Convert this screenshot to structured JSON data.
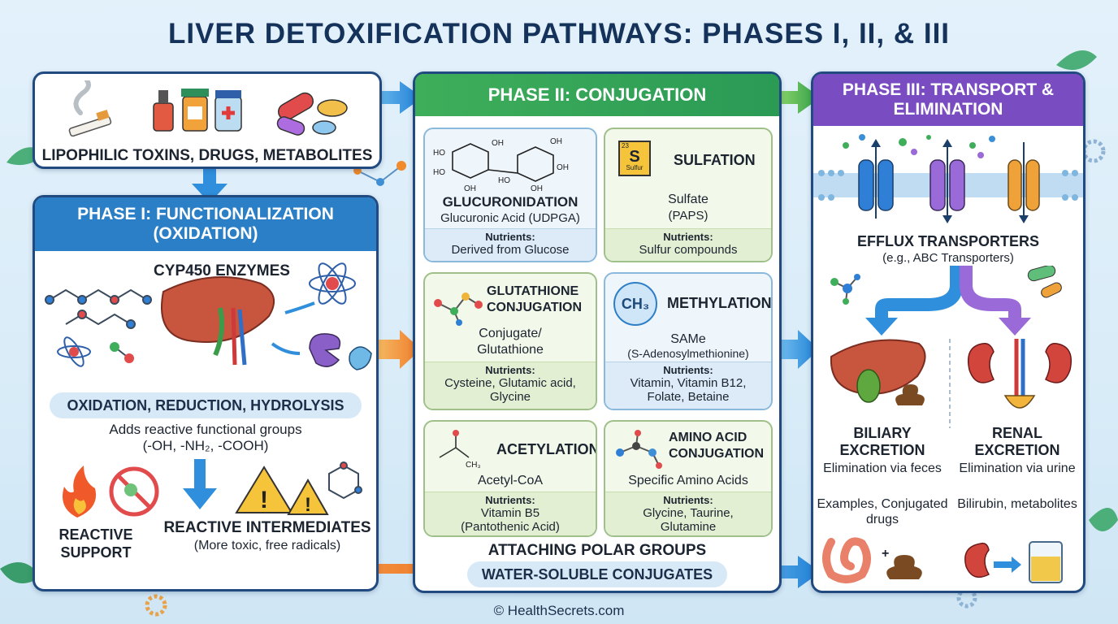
{
  "title": "LIVER DETOXIFICATION PATHWAYS: PHASES I, II, & III",
  "colors": {
    "phase1": "#2a7fc6",
    "phase2": "#2f9b45",
    "phase3": "#7a4cc2",
    "border": "#214b80",
    "arrow_blue": "#2f8fdc",
    "arrow_orange": "#f08a2a"
  },
  "toxins": {
    "label": "LIPOPHILIC TOXINS, DRUGS, METABOLITES",
    "icons": [
      "cigarette-icon",
      "dropper-bottle-icon",
      "medicine-bottle-icon",
      "pill-jar-icon",
      "capsule-icon",
      "tablet-icon"
    ]
  },
  "phase1": {
    "header": "PHASE I: FUNCTIONALIZATION (OXIDATION)",
    "enzymes": "CYP450 ENZYMES",
    "reactions": "OXIDATION, REDUCTION, HYDROLYSIS",
    "desc_line1": "Adds reactive functional groups",
    "desc_line2": "(-OH, -NH₂, -COOH)",
    "reactive_support": "REACTIVE SUPPORT",
    "intermediates": "REACTIVE INTERMEDIATES",
    "intermediates_note": "(More toxic, free radicals)"
  },
  "phase2": {
    "header": "PHASE II: CONJUGATION",
    "glucuronidation": {
      "title": "GLUCURONIDATION",
      "agent": "Glucuronic Acid (UDPGA)",
      "nutrients_label": "Nutrients:",
      "nutrients": "Derived from Glucose"
    },
    "sulfation": {
      "title": "SULFATION",
      "element_number": "23",
      "element_symbol": "S",
      "element_name": "Sulfur",
      "agent_line1": "Sulfate",
      "agent_line2": "(PAPS)",
      "nutrients_label": "Nutrients:",
      "nutrients": "Sulfur compounds"
    },
    "glutathione": {
      "title": "GLUTATHIONE CONJUGATION",
      "agent": "Conjugate/ Glutathione",
      "nutrients_label": "Nutrients:",
      "nutrients": "Cysteine, Glutamic acid, Glycine"
    },
    "methylation": {
      "title": "METHYLATION",
      "symbol": "CH₃",
      "agent_line1": "SAMe",
      "agent_line2": "(S-Adenosylmethionine)",
      "nutrients_label": "Nutrients:",
      "nutrients": "Vitamin, Vitamin B12, Folate, Betaine"
    },
    "acetylation": {
      "title": "ACETYLATION",
      "agent": "Acetyl-CoA",
      "nutrients_label": "Nutrients:",
      "nutrients_line1": "Vitamin B5",
      "nutrients_line2": "(Pantothenic Acid)"
    },
    "amino": {
      "title": "AMINO ACID CONJUGATION",
      "agent": "Specific Amino Acids",
      "nutrients_label": "Nutrients:",
      "nutrients": "Glycine, Taurine, Glutamine"
    },
    "polar": "ATTACHING POLAR GROUPS",
    "soluble": "WATER-SOLUBLE CONJUGATES"
  },
  "phase3": {
    "header": "PHASE III: TRANSPORT & ELIMINATION",
    "efflux": "EFFLUX TRANSPORTERS",
    "efflux_note": "(e.g., ABC Transporters)",
    "biliary": {
      "title": "BILIARY EXCRETION",
      "via": "Elimination via feces",
      "examples": "Examples, Conjugated drugs"
    },
    "renal": {
      "title": "RENAL EXCRETION",
      "via": "Elimination via urine",
      "examples": "Bilirubin, metabolites"
    },
    "plus": "+"
  },
  "footer": "© HealthSecrets.com"
}
